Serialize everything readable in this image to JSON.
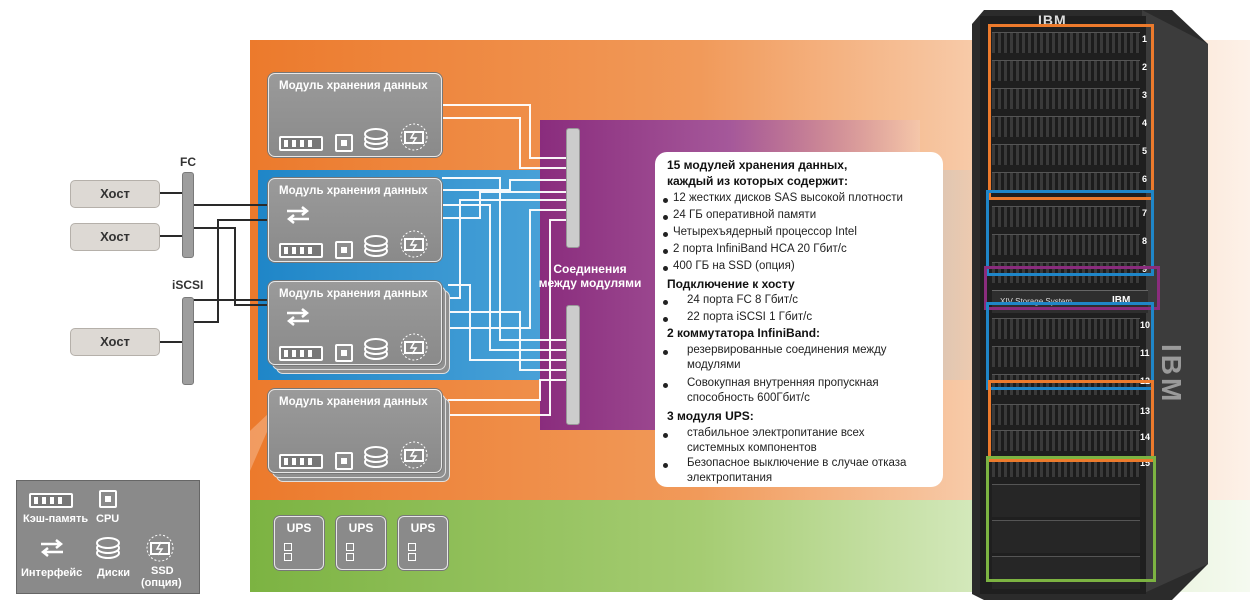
{
  "hosts": [
    "Хост",
    "Хост",
    "Хост"
  ],
  "interfaces": {
    "fc": "FC",
    "iscsi": "iSCSI"
  },
  "module_title": "Модуль хранения данных",
  "interconnect_label": [
    "Соединения",
    "между модулями"
  ],
  "info": {
    "heading1": "15 модулей хранения данных,",
    "heading1b": "каждый из которых содержит:",
    "module_items": [
      "12 жестких дисков SAS высокой плотности",
      "24 ГБ оперативной памяти",
      "Четырехъядерный процессор Intel",
      "2 порта InfiniBand HCA 20 Гбит/с",
      "400 ГБ на SSD (опция)"
    ],
    "heading2": "Подключение к хосту",
    "host_items": [
      "24 порта FC 8 Гбит/с",
      "22 порта iSCSI 1 Гбит/с"
    ],
    "heading3": "2 коммутатора InfiniBand:",
    "ib_items": [
      [
        "резервированные соединения между",
        "модулями"
      ],
      [
        "Совокупная внутренняя пропускная",
        "способность 600Гбит/с"
      ]
    ],
    "heading4": "3 модуля UPS:",
    "ups_items": [
      [
        "стабильное электропитание всех",
        "системных компонентов"
      ],
      [
        "Безопасное выключение в случае отказа",
        "электропитания"
      ]
    ]
  },
  "ups_label": "UPS",
  "legend": {
    "cache": "Кэш-память",
    "cpu": "CPU",
    "interface": "Интерфейс",
    "disks": "Диски",
    "ssd": "SSD",
    "ssd_note": "(опция)"
  },
  "rack": {
    "brand": "IBM",
    "switch_label": "XIV Storage System",
    "switch_brand": "IBM",
    "slot_numbers": [
      "1",
      "2",
      "3",
      "4",
      "5",
      "6",
      "7",
      "8",
      "9",
      "10",
      "11",
      "12",
      "13",
      "14",
      "15"
    ],
    "side_brand": "IBM"
  },
  "colors": {
    "orange": "#ec7a2c",
    "blue": "#1f86c8",
    "purple": "#8a2c7d",
    "green": "#7cb342"
  }
}
